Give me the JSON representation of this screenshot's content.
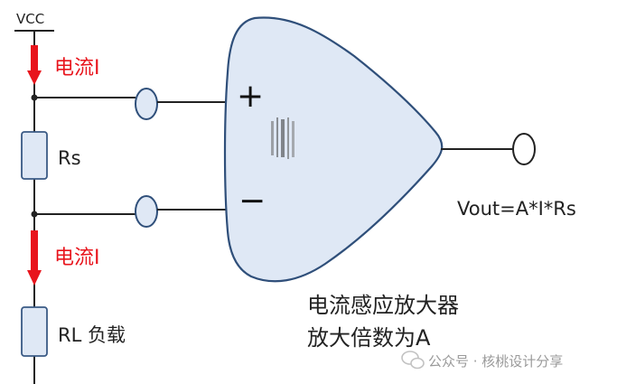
{
  "diagram": {
    "vcc_label": "VCC",
    "current_label_top": "电流I",
    "current_label_bottom": "电流I",
    "rs_label": "Rs",
    "rl_label": "RL 负载",
    "plus_sign": "+",
    "minus_sign": "−",
    "vout_formula": "Vout=A*I*Rs",
    "caption_line1": "电流感应放大器",
    "caption_line2": "放大倍数为A"
  },
  "watermark": {
    "text": "公众号 · 核桃设计分享",
    "icon": "wechat-icon"
  },
  "colors": {
    "line": "#222222",
    "current": "#e8141c",
    "amp_fill": "#dfe8f5",
    "amp_stroke": "#2f4f7a",
    "resistor_fill": "#dfe8f5",
    "resistor_stroke": "#3a5a85",
    "terminal_fill": "#dfe8f5",
    "terminal_stroke": "#2f4f7a",
    "watermark": "#9a9a9a"
  }
}
